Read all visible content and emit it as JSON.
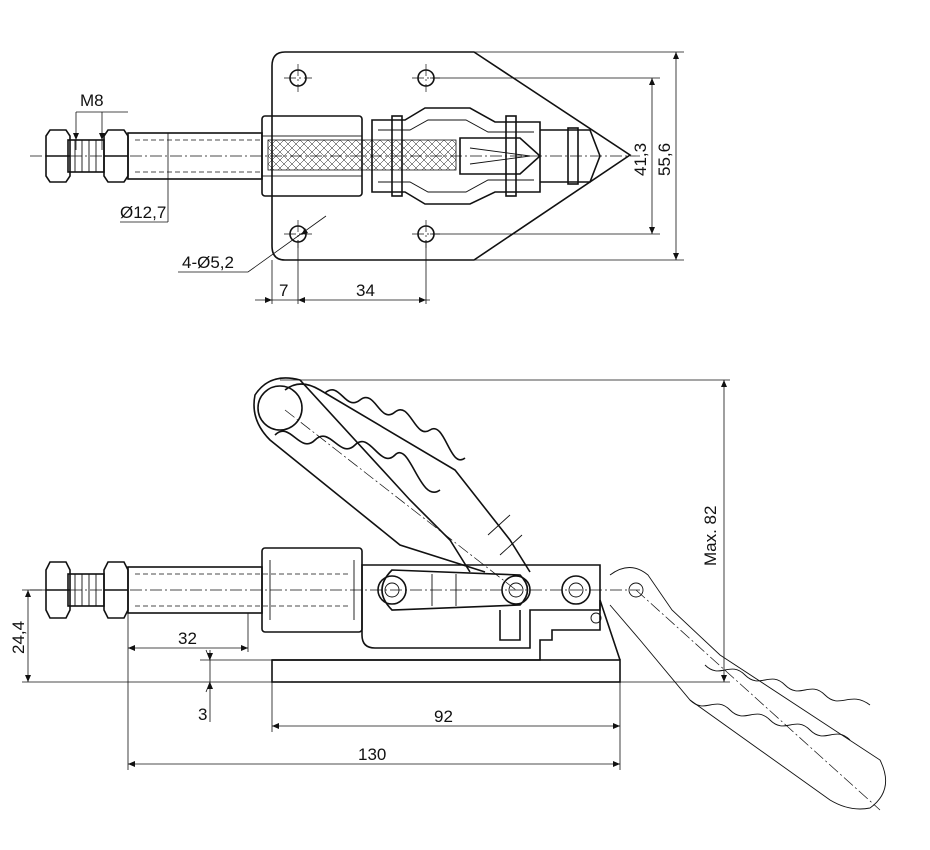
{
  "top_view": {
    "thread_label": "M8",
    "rod_diameter_label": "Ø12,7",
    "holes_label": "4-Ø5,2",
    "dim_7": "7",
    "dim_34": "34",
    "dim_41_3": "41,3",
    "dim_55_6": "55,6"
  },
  "side_view": {
    "max_height_label": "Max. 82",
    "dim_24_4": "24,4",
    "dim_32": "32",
    "dim_3": "3",
    "dim_92": "92",
    "dim_130": "130"
  }
}
